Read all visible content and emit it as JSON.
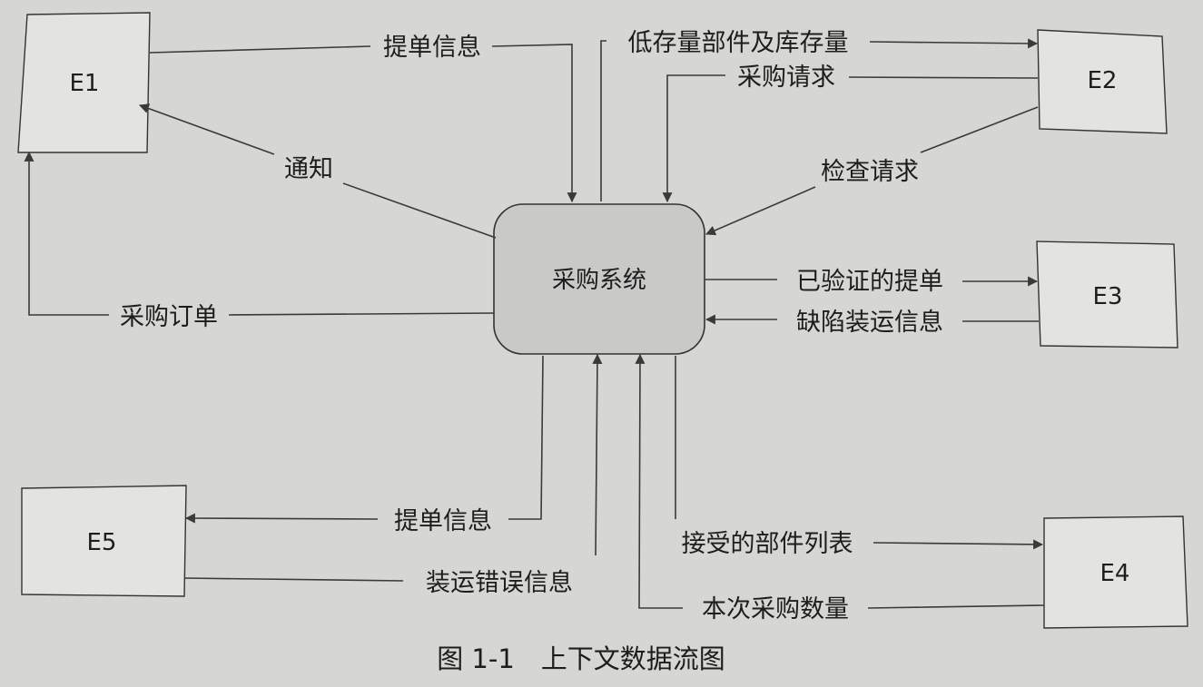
{
  "diagram": {
    "center": "采购系统",
    "entities": [
      "E1",
      "E2",
      "E3",
      "E4",
      "E5"
    ],
    "flows": {
      "e1_to_sys": "提单信息",
      "sys_to_e1_notice": "通知",
      "sys_to_e1_order": "采购订单",
      "sys_to_e2": "低存量部件及库存量",
      "e2_to_sys_request": "采购请求",
      "e2_to_sys_check": "检查请求",
      "sys_to_e3": "已验证的提单",
      "e3_to_sys": "缺陷装运信息",
      "sys_to_e5": "提单信息",
      "e5_to_sys": "装运错误信息",
      "sys_to_e4": "接受的部件列表",
      "e4_to_sys": "本次采购数量"
    },
    "caption": "图 1-1　上下文数据流图"
  },
  "colors": {
    "background": "#d6d7d2",
    "line": "#3a3a3a",
    "text": "#1d1d1d"
  }
}
